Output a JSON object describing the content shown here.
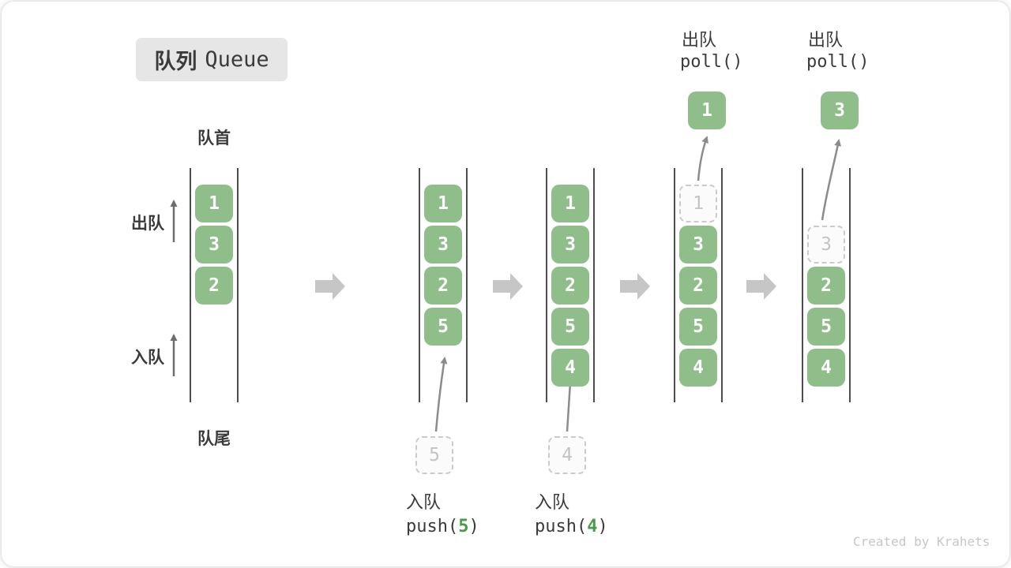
{
  "title": {
    "zh": "队列",
    "en": "Queue"
  },
  "labels": {
    "front": "队首",
    "rear": "队尾",
    "dequeue": "出队",
    "enqueue": "入队"
  },
  "queues": {
    "q1": {
      "boxes": [
        "1",
        "3",
        "2"
      ]
    },
    "q2": {
      "boxes": [
        "1",
        "3",
        "2",
        "5"
      ],
      "staged": "5",
      "caption_zh": "入队",
      "code_pre": "push(",
      "code_arg": "5",
      "code_post": ")"
    },
    "q3": {
      "boxes": [
        "1",
        "3",
        "2",
        "5",
        "4"
      ],
      "staged": "4",
      "caption_zh": "入队",
      "code_pre": "push(",
      "code_arg": "4",
      "code_post": ")"
    },
    "q4": {
      "dashed": "1",
      "boxes": [
        "3",
        "2",
        "5",
        "4"
      ],
      "popped": "1",
      "caption_zh": "出队",
      "code": "poll()"
    },
    "q5": {
      "dashed": "3",
      "boxes": [
        "2",
        "5",
        "4"
      ],
      "popped": "3",
      "caption_zh": "出队",
      "code": "poll()"
    }
  },
  "watermark": "Created by Krahets",
  "colors": {
    "box_green": "#8fbe8a",
    "code_green": "#479a47",
    "curve_arrow": "#8c8c8c",
    "side_arrow": "#6e6e6e",
    "block_arrow": "#c6c6c6",
    "queue_line": "#4d4d4d",
    "dashed_border": "#cbcbcb",
    "dashed_text": "#c4c4c4",
    "text_dark": "#3b3b3b",
    "badge_bg": "#e6e6e6",
    "watermark_gray": "#c7c7c7"
  }
}
